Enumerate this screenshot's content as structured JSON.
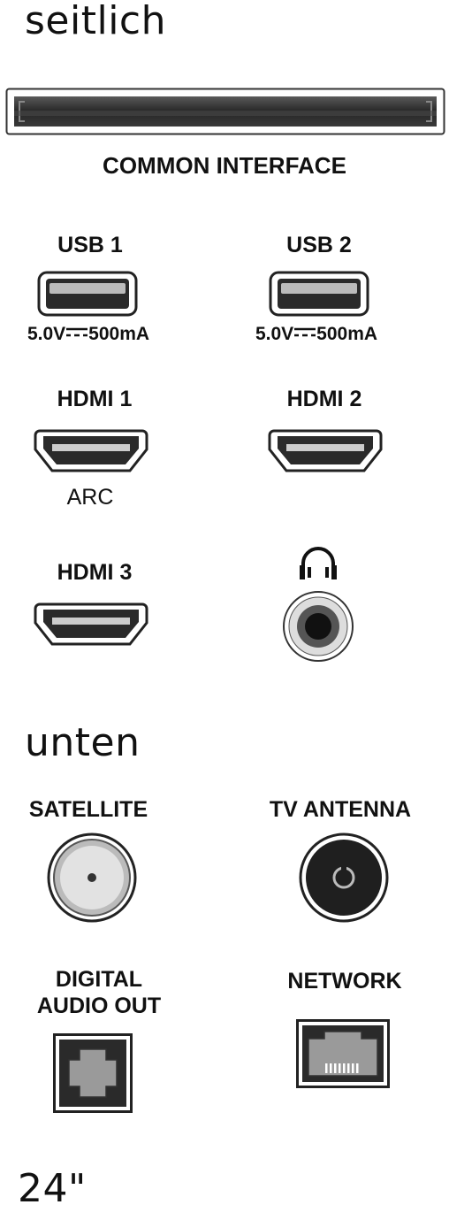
{
  "side": {
    "title": "seitlich",
    "common_interface": "COMMON INTERFACE",
    "usb1": {
      "label": "USB 1",
      "rating": "5.0V",
      "current": "500mA"
    },
    "usb2": {
      "label": "USB 2",
      "rating": "5.0V",
      "current": "500mA"
    },
    "hdmi1": {
      "label": "HDMI 1",
      "note": "ARC"
    },
    "hdmi2": {
      "label": "HDMI 2"
    },
    "hdmi3": {
      "label": "HDMI 3"
    },
    "headphone": {
      "icon": "headphones-icon"
    }
  },
  "bottom": {
    "title": "unten",
    "satellite": "SATELLITE",
    "tv_antenna": "TV ANTENNA",
    "digital_audio_line1": "DIGITAL",
    "digital_audio_line2": "AUDIO OUT",
    "network": "NETWORK"
  },
  "footer": {
    "size": "24\""
  },
  "colors": {
    "port_dark": "#2a2a2a",
    "port_light": "#d9d9d9",
    "text": "#111111"
  }
}
